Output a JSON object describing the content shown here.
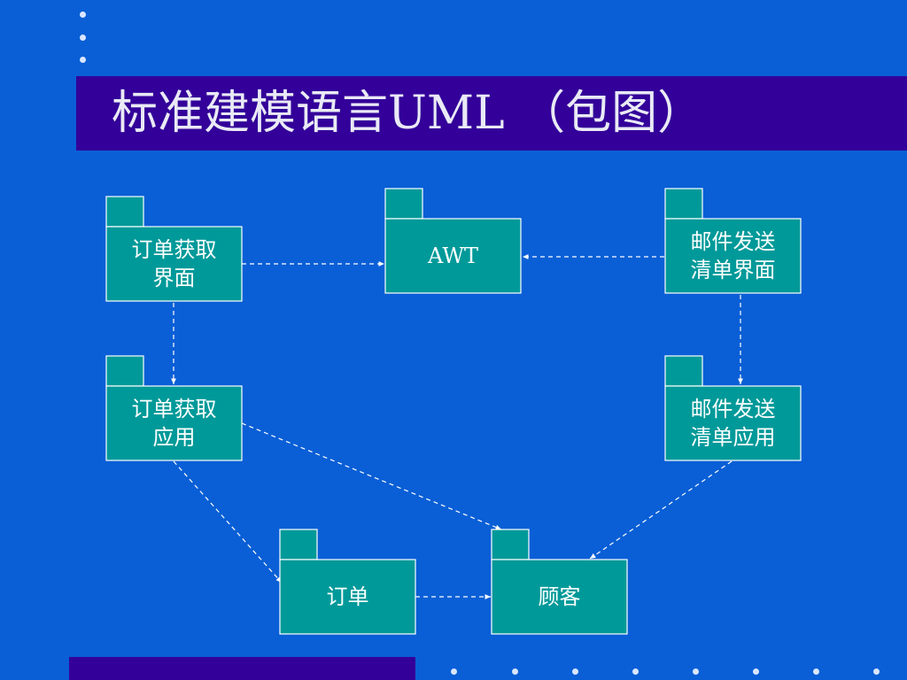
{
  "slide": {
    "title": "标准建模语言UML （包图）",
    "colors": {
      "background": "#0a5fd6",
      "title_bar": "#330099",
      "package_fill": "#009999",
      "package_stroke": "#ffffff",
      "arrow": "#ffffff"
    }
  },
  "diagram": {
    "packages": [
      {
        "id": "order-ui",
        "lines": [
          "订单获取",
          "界面"
        ]
      },
      {
        "id": "awt",
        "lines": [
          "AWT"
        ]
      },
      {
        "id": "mail-ui",
        "lines": [
          "邮件发送",
          "清单界面"
        ]
      },
      {
        "id": "order-app",
        "lines": [
          "订单获取",
          "应用"
        ]
      },
      {
        "id": "mail-app",
        "lines": [
          "邮件发送",
          "清单应用"
        ]
      },
      {
        "id": "order",
        "lines": [
          "订单"
        ]
      },
      {
        "id": "customer",
        "lines": [
          "顾客"
        ]
      }
    ],
    "dependencies": [
      {
        "from": "order-ui",
        "to": "awt"
      },
      {
        "from": "mail-ui",
        "to": "awt"
      },
      {
        "from": "order-ui",
        "to": "order-app"
      },
      {
        "from": "mail-ui",
        "to": "mail-app"
      },
      {
        "from": "order-app",
        "to": "customer"
      },
      {
        "from": "order-app",
        "to": "order"
      },
      {
        "from": "mail-app",
        "to": "customer"
      },
      {
        "from": "order",
        "to": "customer"
      }
    ]
  }
}
